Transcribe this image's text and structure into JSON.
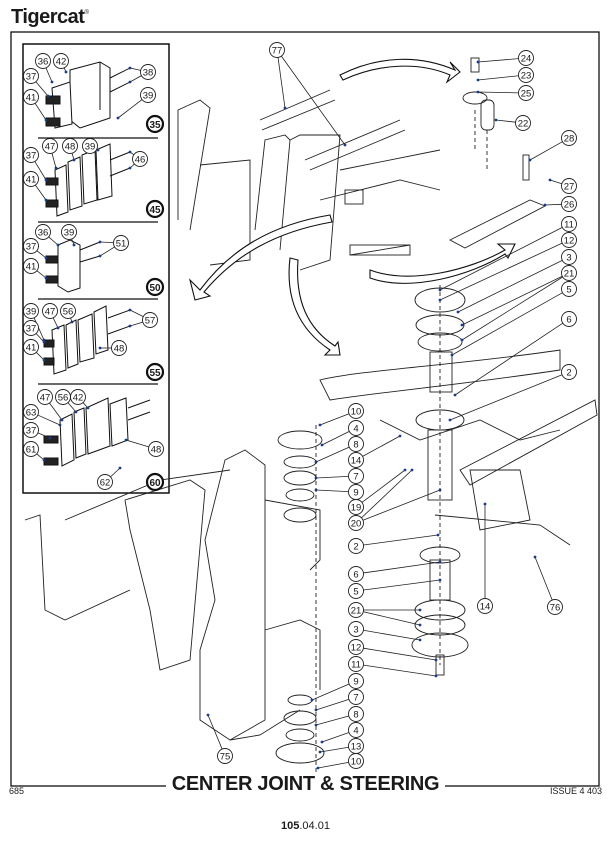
{
  "header": {
    "brand": "Tigercat",
    "brand_mark": "®"
  },
  "footer": {
    "model": "685",
    "title": "CENTER JOINT & STEERING",
    "issue": "ISSUE 4 403",
    "page_bold": "105",
    "page_rest": ".04.01"
  },
  "insets": [
    {
      "id": "35",
      "callouts": [
        "36",
        "42",
        "37",
        "41",
        "38",
        "39"
      ]
    },
    {
      "id": "45",
      "callouts": [
        "37",
        "47",
        "48",
        "39",
        "46",
        "41"
      ]
    },
    {
      "id": "50",
      "callouts": [
        "36",
        "39",
        "37",
        "41",
        "51"
      ]
    },
    {
      "id": "55",
      "callouts": [
        "39",
        "47",
        "56",
        "37",
        "41",
        "57",
        "48"
      ]
    },
    {
      "id": "60",
      "callouts": [
        "47",
        "56",
        "42",
        "63",
        "37",
        "61",
        "48",
        "62"
      ]
    }
  ],
  "main_callouts": {
    "top": [
      "77",
      "24",
      "23",
      "25",
      "22",
      "28",
      "27",
      "26"
    ],
    "right": [
      "11",
      "12",
      "3",
      "21",
      "5",
      "6",
      "2"
    ],
    "center": [
      "10",
      "4",
      "8",
      "14",
      "7",
      "9",
      "19",
      "20",
      "2"
    ],
    "lower_center": [
      "6",
      "5",
      "21",
      "3",
      "12",
      "11",
      "9",
      "7",
      "8",
      "4",
      "13",
      "10"
    ],
    "bottom": [
      "75",
      "14",
      "76"
    ]
  }
}
